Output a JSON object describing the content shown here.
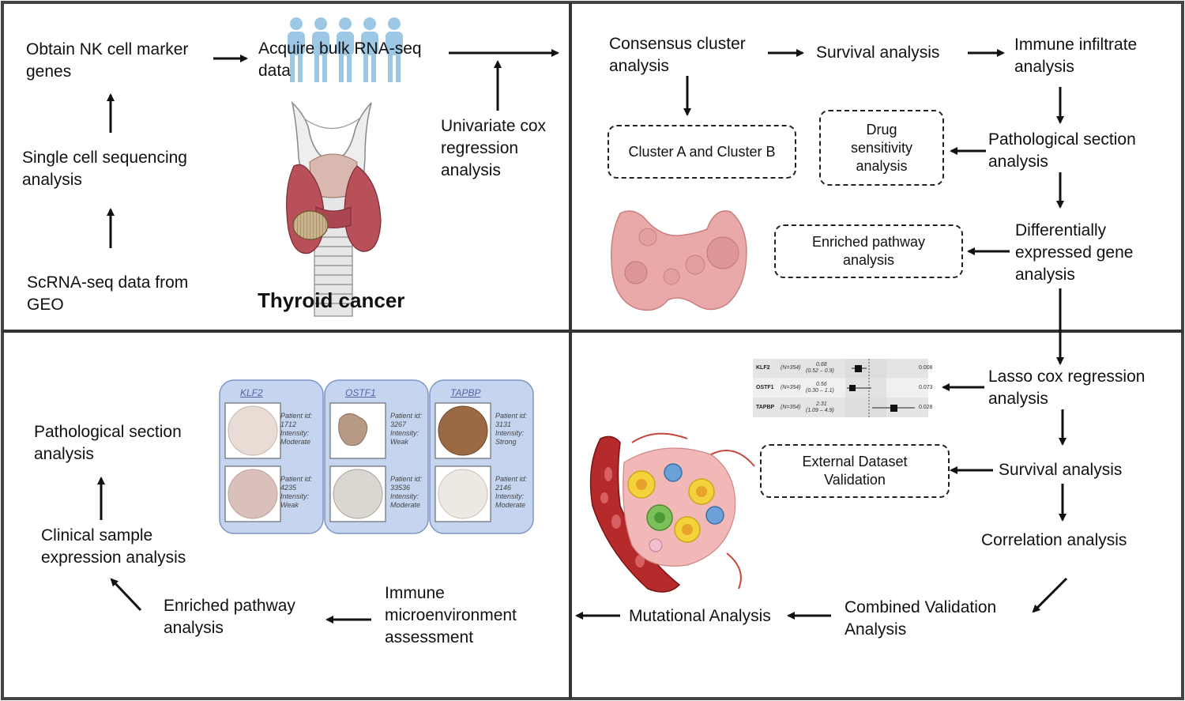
{
  "top_left": {
    "obtain_marker": "Obtain NK cell marker\ngenes",
    "acquire_bulk": "Acquire bulk RNA-seq\ndata",
    "single_cell": "Single cell sequencing\nanalysis",
    "scrna_geo": "ScRNA-seq data from\nGEO",
    "univariate_cox": "Univariate cox\nregression\nanalysis",
    "thyroid_title": "Thyroid cancer"
  },
  "top_right": {
    "consensus": "Consensus cluster\nanalysis",
    "survival": "Survival analysis",
    "immune_infiltrate": "Immune infiltrate\nanalysis",
    "cluster_ab": "Cluster A and Cluster B",
    "drug": "Drug\nsensitivity\nanalysis",
    "pathological": "Pathological section\nanalysis",
    "enriched": "Enriched pathway\nanalysis",
    "deg": "Differentially\nexpressed gene\nanalysis"
  },
  "bottom_right": {
    "lasso": "Lasso cox regression\nanalysis",
    "external": "External Dataset\nValidation",
    "survival": "Survival analysis",
    "correlation": "Correlation analysis",
    "combined": "Combined Validation\nAnalysis",
    "mutational": "Mutational Analysis",
    "forest_rows": [
      {
        "gene": "KLF2",
        "n": "(N=354)",
        "hr": "0.68",
        "ci": "(0.52 – 0.9)",
        "p": "0.008"
      },
      {
        "gene": "OSTF1",
        "n": "(N=354)",
        "hr": "0.56",
        "ci": "(0.30 – 1.1)",
        "p": "0.073"
      },
      {
        "gene": "TAPBP",
        "n": "(N=354)",
        "hr": "2.31",
        "ci": "(1.09 – 4.9)",
        "p": "0.028"
      }
    ]
  },
  "bottom_left": {
    "pathological": "Pathological section\nanalysis",
    "clinical": "Clinical sample\nexpression analysis",
    "enriched": "Enriched pathway\nanalysis",
    "immune_micro": "Immune\nmicroenvironment\nassessment",
    "ihc_genes": [
      {
        "gene": "KLF2",
        "samples": [
          {
            "text": "Patient id:\n1712\nIntensity:\nModerate"
          },
          {
            "text": "Patient id:\n4235\nIntensity:\nWeak"
          }
        ]
      },
      {
        "gene": "OSTF1",
        "samples": [
          {
            "text": "Patient id:\n3267\nIntensity:\nWeak"
          },
          {
            "text": "Patient id:\n33536\nIntensity:\nModerate"
          }
        ]
      },
      {
        "gene": "TAPBP",
        "samples": [
          {
            "text": "Patient id:\n3131\nIntensity:\nStrong"
          },
          {
            "text": "Patient id:\n2146\nIntensity:\nModerate"
          }
        ]
      }
    ]
  },
  "colors": {
    "frame": "#444444",
    "arrow": "#111111",
    "thyroid_red": "#b8505a",
    "people_blue": "#9cc8e6",
    "panel_blue": "#c5d5ef",
    "tissue_pink": "#e9a9a9"
  }
}
